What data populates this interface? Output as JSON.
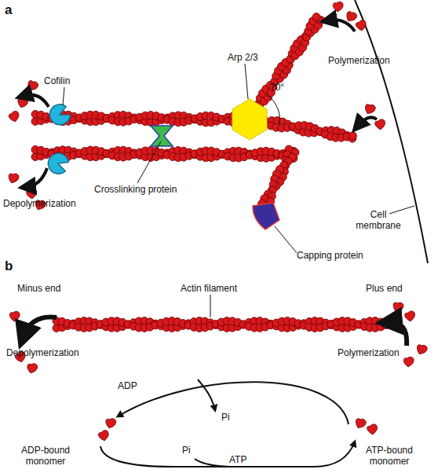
{
  "diagram": {
    "labels": [
      "a",
      "Cofilin",
      "Arp 2/3",
      "Polymerization",
      "70°",
      "Depolymerization",
      "Crosslinking protein",
      "Cell membrane",
      "Capping protein",
      "b",
      "Minus end",
      "Actin filament",
      "Plus end",
      "Depolymerization",
      "Polymerization",
      "ADP",
      "Pi",
      "ADP-bound monomer",
      "Pi",
      "ATP",
      "ATP-bound monomer"
    ]
  }
}
